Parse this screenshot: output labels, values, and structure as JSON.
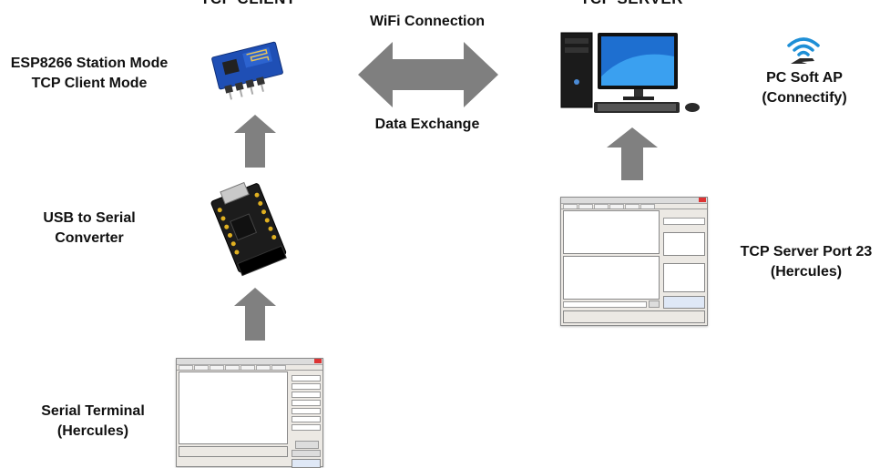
{
  "headers": {
    "client": "TCP CLIENT",
    "server": "TCP SERVER"
  },
  "labels": {
    "esp_line1": "ESP8266 Station Mode",
    "esp_line2": "TCP Client Mode",
    "usb_line1": "USB to Serial",
    "usb_line2": "Converter",
    "terminal_line1": "Serial Terminal",
    "terminal_line2": "(Hercules)",
    "wifi": "WiFi Connection",
    "data": "Data Exchange",
    "softap_line1": "PC Soft AP",
    "softap_line2": "(Connectify)",
    "server_line1": "TCP Server Port 23",
    "server_line2": "(Hercules)"
  },
  "icons": {
    "arrow": "up-arrow-icon",
    "double_arrow": "double-arrow-icon",
    "wifi": "wifi-hand-icon"
  },
  "colors": {
    "arrow_gray": "#808080",
    "wifi_blue": "#1e8fd6",
    "board_blue": "#1f4fb5"
  }
}
